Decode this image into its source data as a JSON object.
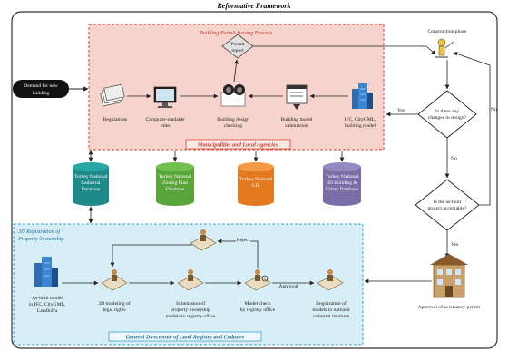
{
  "title": "Reformative Framework",
  "permit_process": {
    "title": "Building Permit Issuing Process",
    "footer": "Municipalities and Local Agencies",
    "steps": {
      "regulations": "Regulations",
      "computer_rules": [
        "Computer-readable",
        "rules"
      ],
      "design_checking": [
        "Building design",
        "checking"
      ],
      "model_submission": [
        "Building model",
        "submission"
      ],
      "ifc_model": [
        "IFC, CityGML,",
        "building model"
      ],
      "permit_report": [
        "Permit",
        "report"
      ]
    }
  },
  "demand": [
    "Demand for new",
    "building"
  ],
  "construction_phase": "Construction phase",
  "decisions": {
    "changes": [
      "Is there any",
      "changes in design?"
    ],
    "acceptable": [
      "Is the as-built",
      "project acceptable?"
    ],
    "yes": "Yes",
    "no": "No"
  },
  "databases": [
    {
      "lines": [
        "Turkey National",
        "Cadastral",
        "Database"
      ],
      "color": "#1f8a8a"
    },
    {
      "lines": [
        "Turkey National",
        "Zoning Plan",
        "Database"
      ],
      "color": "#5aa53c"
    },
    {
      "lines": [
        "Turkey National",
        "GIS"
      ],
      "color": "#e27b1f"
    },
    {
      "lines": [
        "Turkey National",
        "3D Building &",
        "Urban Database"
      ],
      "color": "#7a6da8"
    }
  ],
  "registration": {
    "title": [
      "3D Registration of",
      "Property Ownership"
    ],
    "footer": "General Directorate of Land Registry and Cadastre",
    "as_built": [
      "As-built model",
      "in IFC, CityGML,",
      "LandInfra"
    ],
    "modeling": [
      "3D modeling of",
      "legal rights"
    ],
    "submission": [
      "Submission of",
      "property ownership",
      "models to registry office"
    ],
    "model_check": [
      "Model check",
      "by registry office"
    ],
    "registration": [
      "Registration of",
      "models to national",
      "cadastral database"
    ],
    "reject": "Reject",
    "approval": "Approval"
  },
  "occupancy": "Approval of occupancy permit",
  "colors": {
    "permit_fill": "#f6d3cc",
    "permit_border": "#d9452e",
    "registry_fill": "#d8eef7",
    "registry_border": "#3aa0cf",
    "outer_border": "#333333",
    "footer_fill": "#fbe9e6"
  }
}
